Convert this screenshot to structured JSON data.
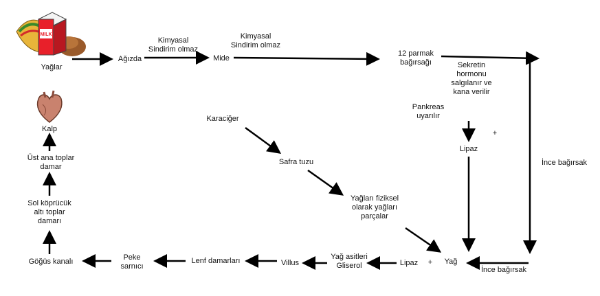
{
  "colors": {
    "text": "#111111",
    "arrow": "#000000",
    "milk_red": "#e8202a",
    "heart": "#c9826e"
  },
  "icons": [
    "food-milk-icon",
    "heart-icon"
  ],
  "nodes": {
    "yaglar": "Yağlar",
    "agizda": "Ağızda",
    "kimyasal_1": "Kimyasal\nSindirim olmaz",
    "mide": "Mide",
    "kimyasal_2": "Kimyasal\nSindirim olmaz",
    "onikiparmak": "12 parmak\nbağırsağı",
    "sekretin": "Sekretin\nhormonu\nsalgılanır ve\nkana verilir",
    "pankreas": "Pankreas\nuyarılır",
    "plus_1": "+",
    "lipaz_1": "Lipaz",
    "ince_bagirsak_1": "İnce bağırsak",
    "karaciger": "Karaciğer",
    "safra": "Safra tuzu",
    "yaglari_fiziksel": "Yağları fiziksel\nolarak yağları\nparçalar",
    "yag": "Yağ",
    "plus_2": "+",
    "lipaz_2": "Lipaz",
    "ince_bagirsak_2": "İnce bağırsak",
    "yag_asitleri": "Yağ asitleri\nGliserol",
    "villus": "Villus",
    "lenf": "Lenf damarları",
    "peke": "Peke\nsarnıcı",
    "gogus": "Göğüs kanalı",
    "sol_kopruculuk": "Sol köprücük\naltı toplar\ndamarı",
    "ust_ana": "Üst ana toplar\ndamar",
    "kalp": "Kalp",
    "milk_logo": "MILK"
  }
}
